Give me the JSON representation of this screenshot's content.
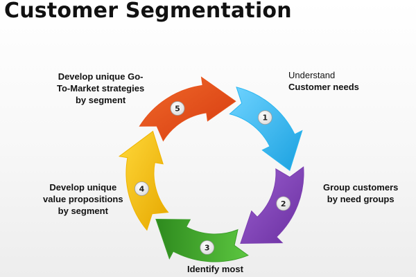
{
  "title": "Customer Segmentation",
  "steps": [
    {
      "number": "1",
      "line1": "Understand",
      "line2": "Customer needs",
      "color": "#29b6f0"
    },
    {
      "number": "2",
      "line1": "Group customers",
      "line2": "by need groups",
      "color": "#7b3fb0"
    },
    {
      "number": "3",
      "line1": "Identify most",
      "line2": "",
      "color": "#3c9e2a"
    },
    {
      "number": "4",
      "line1": "Develop unique",
      "line2": "value propositions",
      "line3": "by segment",
      "color": "#f0b400"
    },
    {
      "number": "5",
      "line1": "Develop unique Go-",
      "line2": "To-Market strategies",
      "line3": "by segment",
      "color": "#e8531c"
    }
  ]
}
